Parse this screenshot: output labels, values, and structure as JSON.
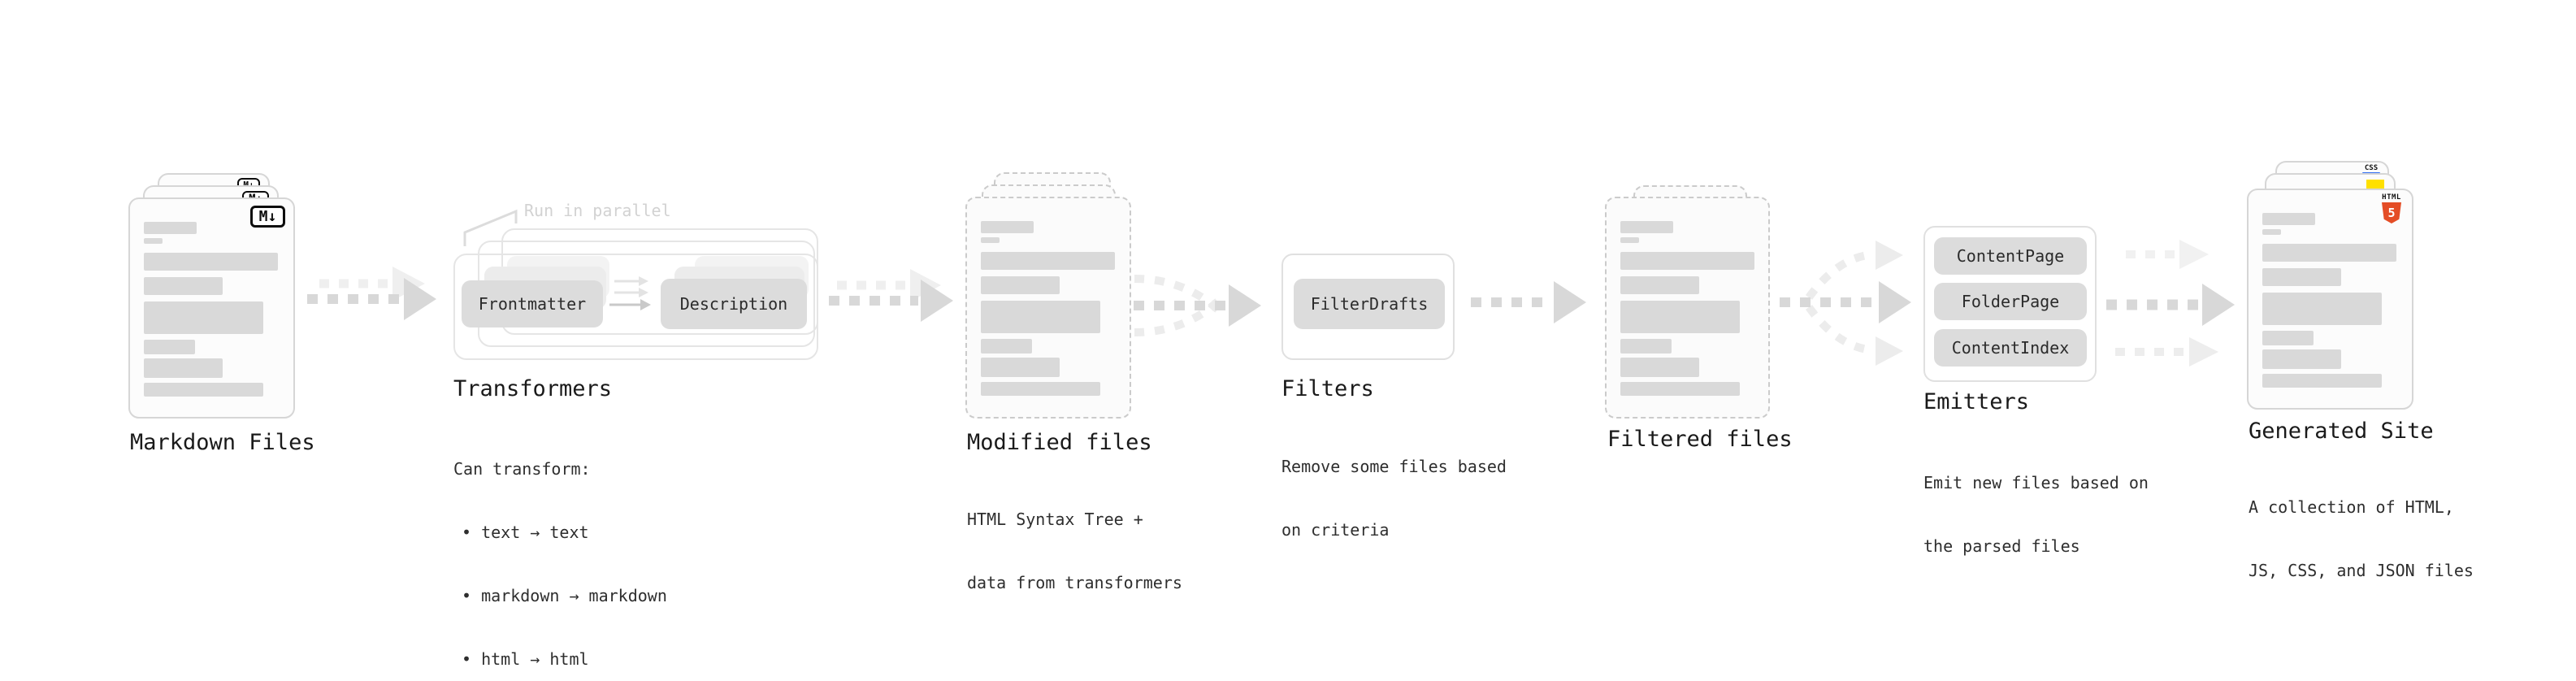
{
  "stages": {
    "markdown_files": {
      "title": "Markdown Files",
      "badge": "M↓"
    },
    "transformers": {
      "title": "Transformers",
      "annotation": "Run in parallel",
      "pills": [
        "Frontmatter",
        "Description"
      ],
      "note": "Can transform:",
      "bullets": [
        "• text → text",
        "• markdown → markdown",
        "• html → html"
      ]
    },
    "modified_files": {
      "title": "Modified files",
      "subtitle": [
        "HTML Syntax Tree +",
        "data from transformers"
      ]
    },
    "filters": {
      "title": "Filters",
      "pill": "FilterDrafts",
      "subtitle": [
        "Remove some files based",
        "on criteria"
      ]
    },
    "filtered_files": {
      "title": "Filtered files"
    },
    "emitters": {
      "title": "Emitters",
      "pills": [
        "ContentPage",
        "FolderPage",
        "ContentIndex"
      ],
      "subtitle": [
        "Emit new files based on",
        "the parsed files"
      ]
    },
    "generated_site": {
      "title": "Generated Site",
      "subtitle": [
        "A collection of HTML,",
        "JS, CSS, and JSON files"
      ],
      "badges": {
        "css": "CSS",
        "html": "HTML",
        "html_number": "5"
      }
    }
  },
  "colors": {
    "html5_orange": "#e44d26",
    "css_blue": "#2f6df2",
    "js_yellow": "#ffe000",
    "arrow_dark": "#d8d8d8",
    "arrow_light": "#ececec"
  }
}
